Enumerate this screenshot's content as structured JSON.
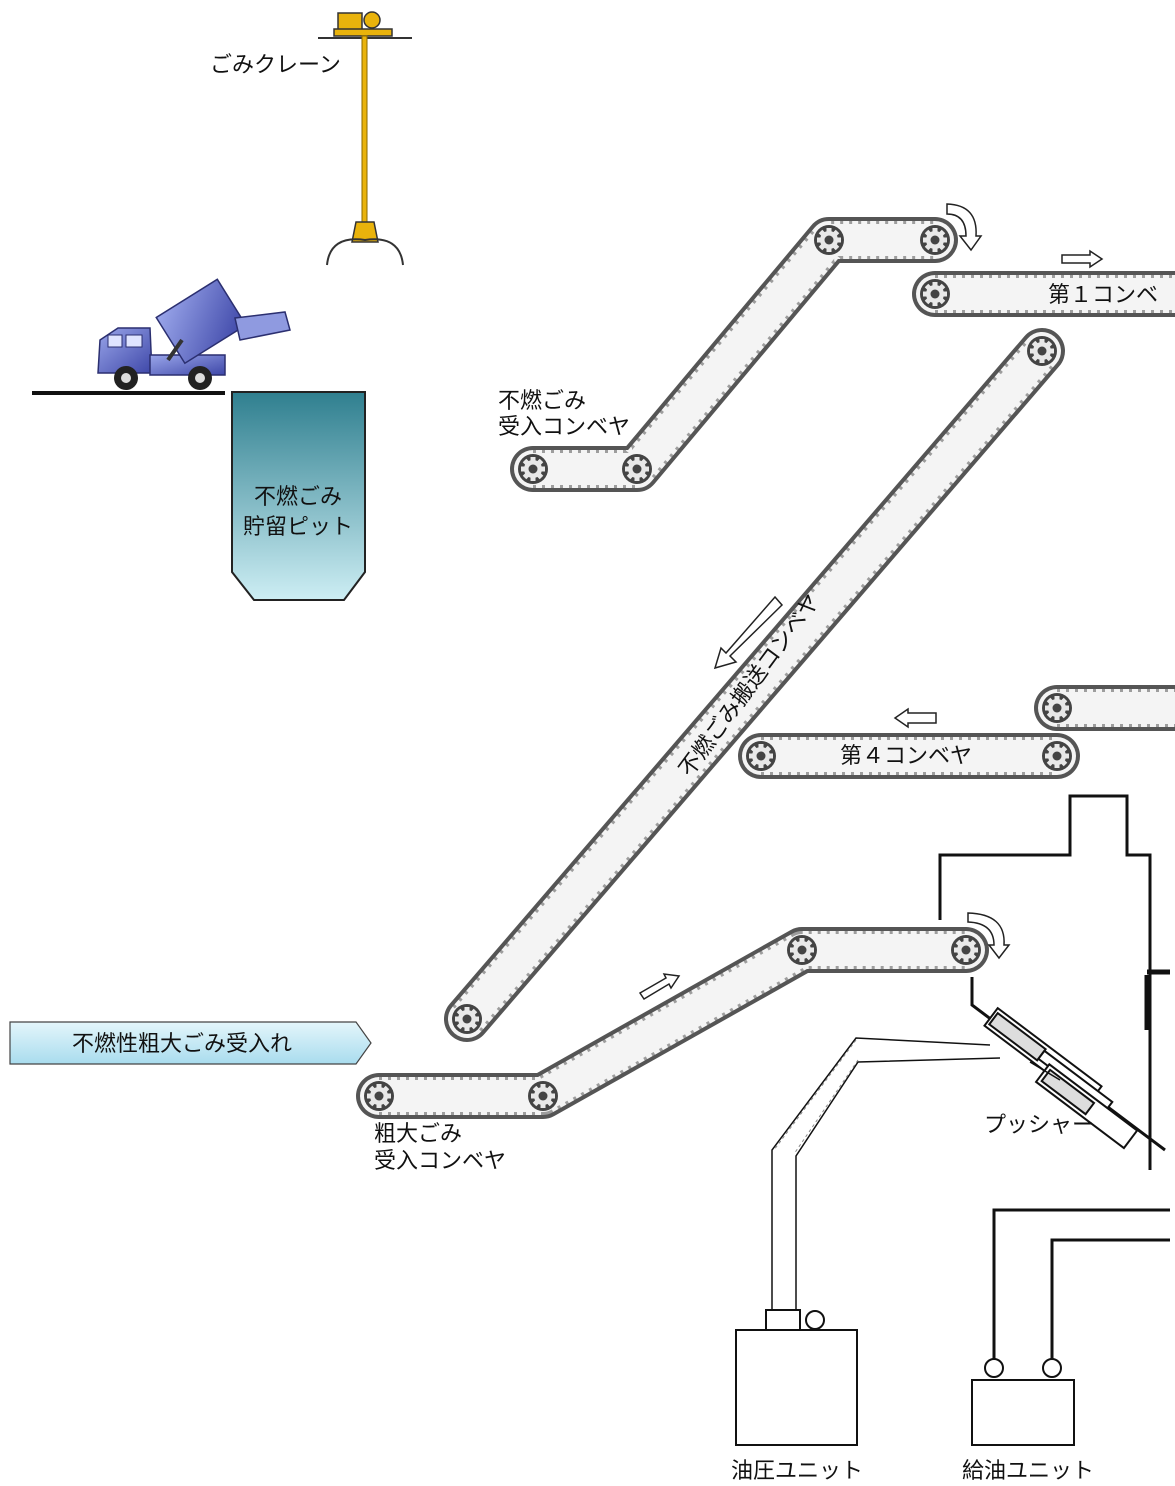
{
  "labels": {
    "crane": "ごみクレーン",
    "pit_line1": "不燃ごみ",
    "pit_line2": "貯留ピット",
    "recv_conv_line1": "不燃ごみ",
    "recv_conv_line2": "受入コンベヤ",
    "conv1": "第１コンベ",
    "transport_conv": "不燃ごみ搬送コンベヤ",
    "conv4": "第４コンベヤ",
    "bulky_accept": "不燃性粗大ごみ受入れ",
    "bulky_conv_line1": "粗大ごみ",
    "bulky_conv_line2": "受入コンベヤ",
    "pusher": "プッシャー",
    "hydraulic_unit": "油圧ユニット",
    "oil_supply_unit": "給油ユニット"
  },
  "colors": {
    "belt": "#555555",
    "belt_inner": "#f4f4f4",
    "pit_top": "#2f7f8f",
    "pit_bottom": "#cdeef4",
    "crane": "#e9b30c",
    "truck": "#6673c9",
    "banner": "#bfe6f3"
  }
}
